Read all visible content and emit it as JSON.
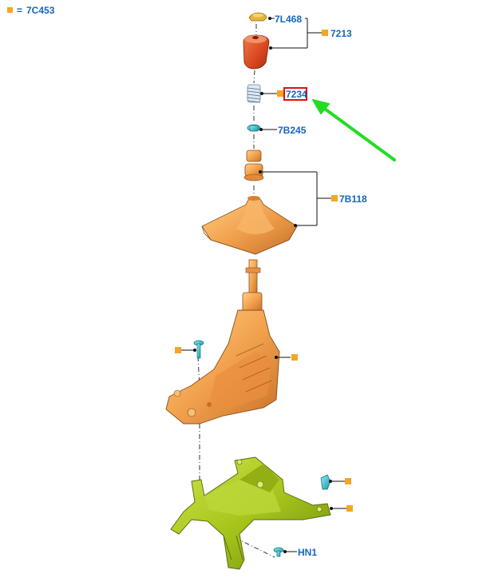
{
  "legend": {
    "code": "7C453",
    "equals": "="
  },
  "callouts": {
    "knob_cap": "7L468",
    "knob": "7213",
    "spring": "7234",
    "clip": "7B245",
    "boot_assembly": "7B118",
    "bolt": "HN1"
  },
  "colors": {
    "callout_text": "#1565c0",
    "marker": "#f5a623",
    "highlight_box": "#e01010",
    "arrow": "#22dd22",
    "orange_part": "#f0a050",
    "red_knob": "#d8461e",
    "green_bracket": "#a6c61c",
    "teal_fastener": "#2ab8c8"
  },
  "highlight": {
    "target": "7234",
    "arrow": "green-arrow"
  }
}
